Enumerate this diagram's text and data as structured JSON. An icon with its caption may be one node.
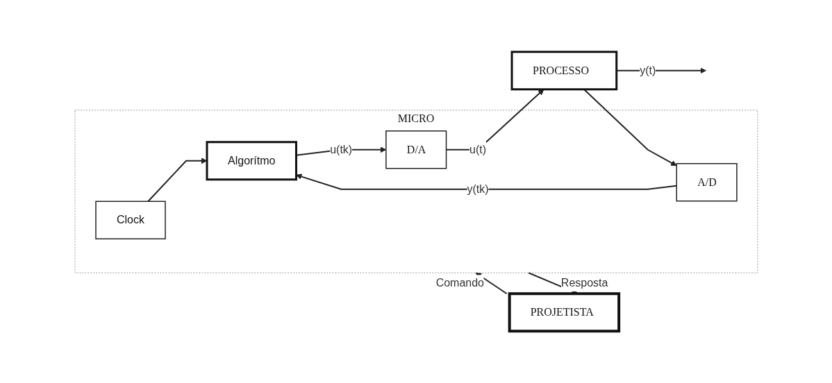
{
  "diagram": {
    "nodes": [
      {
        "text": [
          "MICRO"
        ]
      },
      {
        "text": [
          "Clock"
        ],
        "in": 0
      },
      {
        "text": [
          "A/D"
        ],
        "in": 0
      },
      {
        "text": [
          "Algorítmo"
        ],
        "in": 0
      },
      {
        "text": [
          "D/A"
        ],
        "in": 0
      },
      {
        "text": [
          "PROCESSO"
        ]
      },
      {
        "text": [
          "PROJETISTA"
        ]
      }
    ],
    "edges": [
      {
        "from": 5,
        "to": 2,
        "arrow": "to"
      },
      {
        "from": 1,
        "to": 3,
        "arrow": "to"
      },
      {
        "from": 2,
        "to": 3,
        "arrow": "to",
        "label": "y(tk)"
      },
      {
        "from": 3,
        "to": 4,
        "arrow": "to",
        "label": "u(tk)"
      },
      {
        "from": 4,
        "to": 5,
        "arrow": "to",
        "label": "u(t)"
      },
      {
        "from": 5,
        "to": null,
        "arrow": "to",
        "label": "y(t)"
      },
      {
        "from": 6,
        "to": 0,
        "arrow": "to",
        "label": "Comando"
      },
      {
        "from": 0,
        "to": 6,
        "arrow": "to",
        "label": "Resposta"
      }
    ]
  }
}
